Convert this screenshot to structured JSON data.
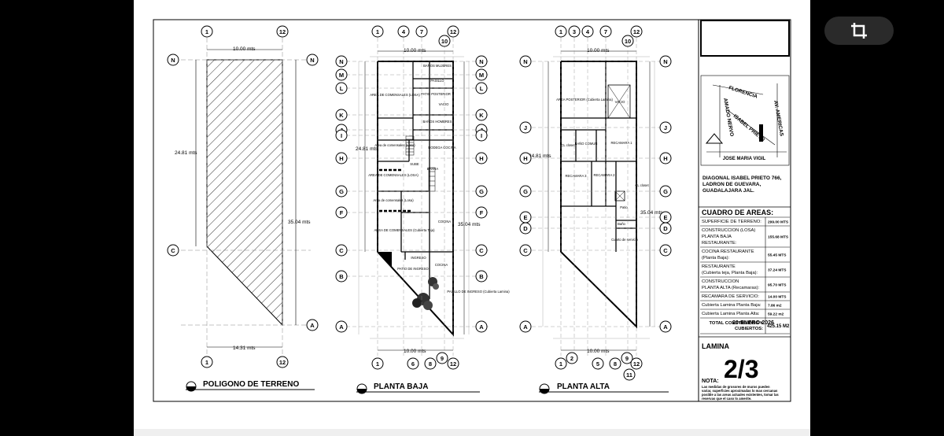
{
  "toolbar": {
    "crop_icon": "crop-icon"
  },
  "terrain": {
    "title": "POLIGONO DE TERRENO",
    "dim_top": "10.00 mts",
    "dim_left": "24.81 mts",
    "dim_right": "35.04 mts",
    "dim_bottom": "14.31 mts",
    "axes_top": [
      "1",
      "12"
    ],
    "axes_bottom": [
      "1",
      "12"
    ],
    "axes_side": [
      "N",
      "C",
      "A"
    ]
  },
  "planta_baja": {
    "title": "PLANTA BAJA",
    "dim_top": "10.00 mts",
    "dim_left": "24.81 mts",
    "dim_right": "35.04 mts",
    "dim_bottom": "10.00 mts",
    "axes_top": [
      "1",
      "4",
      "7",
      "10",
      "12"
    ],
    "axes_bottom": [
      "1",
      "6",
      "8",
      "9",
      "12"
    ],
    "axes_side": [
      "N",
      "M",
      "L",
      "K",
      "J",
      "I",
      "H",
      "G",
      "F",
      "C",
      "B",
      "A"
    ],
    "rooms": [
      "BAÑOS MUJERES",
      "PASILLO",
      "AREA DE COMENSALES (LOSA)",
      "PATIO POSTERIOR",
      "VACIO",
      "BAÑOS HOMBRES",
      "Area de comensales (Losa)",
      "BODEGA COCINA",
      "SUBE",
      "BARRA",
      "AREA DE COMENSALES (LOSA)",
      "Area de comensales (Losa)",
      "COCINA",
      "AREA DE COMENSALES (Cubierta Teja)",
      "INGRESO",
      "COCINA",
      "PATIO DE INGRESO",
      "PASILLO DE INGRESO (Cubierta Lamina)"
    ]
  },
  "planta_alta": {
    "title": "PLANTA ALTA",
    "dim_top": "10.00 mts",
    "dim_left": "24.81 mts",
    "dim_right": "35.04 mts",
    "dim_bottom": "10.00 mts",
    "axes_top": [
      "1",
      "3",
      "4",
      "7",
      "10",
      "12"
    ],
    "axes_bottom": [
      "1",
      "2",
      "5",
      "8",
      "9",
      "11",
      "12"
    ],
    "axes_side": [
      "N",
      "J",
      "H",
      "G",
      "E",
      "D",
      "C",
      "A"
    ],
    "rooms": [
      "AREA POSTERIOR (Cubierta Lamina)",
      "VACIO",
      "CL closet",
      "BAÑO COMUN",
      "RECAMARA 1",
      "RECAMARA 3",
      "RECAMARA 2",
      "CL closet",
      "Patio",
      "Baño",
      "Cuarto de servicio"
    ]
  },
  "title_block": {
    "street_labels": [
      "FLORENCIA",
      "AMADO NERVO",
      "AV. AMERICAS",
      "ISABEL PRIETO",
      "JOSE MARIA VIGIL"
    ],
    "address": [
      "DIAGONAL ISABEL PRIETO 766,",
      "LADRON DE GUEVARA,",
      "GUADALAJARA JAL."
    ],
    "areas_title": "CUADRO DE AREAS:",
    "areas": [
      {
        "label": [
          "SUPERFICIE DE TERRENO:"
        ],
        "value": "299.00 MTS"
      },
      {
        "label": [
          "CONSTRUCCION (LOSA)",
          "PLANTA BAJA",
          "RESTAURANTE:"
        ],
        "value": "155.68 MTS"
      },
      {
        "label": [
          "COCINA RESTAURANTE",
          "(Planta Baja):"
        ],
        "value": "55.45 MTS"
      },
      {
        "label": [
          "RESTAURANTE",
          "(Cubierta teja, Planta Baja):"
        ],
        "value": "37.24 MTS"
      },
      {
        "label": [
          "CONSTRUCCION",
          "PLANTA ALTA (Recamaras):"
        ],
        "value": "95.70 MTS"
      },
      {
        "label": [
          "RECAMARA DE SERVICIO:"
        ],
        "value": "14.00 MTS"
      },
      {
        "label": [
          "Cubierta Lamina Planta Baja:"
        ],
        "value": "7.86 m2"
      },
      {
        "label": [
          "Cubierta Lamina Planta Alta:"
        ],
        "value": "59.22 m2"
      }
    ],
    "total_label": [
      "TOTAL CONSTRUIDOS Y",
      "CUBIERTOS:"
    ],
    "total_value": "425.15 M2",
    "date": "20-ENERO-2026",
    "lamina_label": "LAMINA",
    "lamina_value": "2/3",
    "nota_label": "NOTA:",
    "nota_text": [
      "Las medidas de grosores de muros pueden",
      "variar, superficies aproximadas lo mas cercanas",
      "posible a las areas actuales existentes, tomar las",
      "reservas que el caso lo amerite."
    ]
  }
}
